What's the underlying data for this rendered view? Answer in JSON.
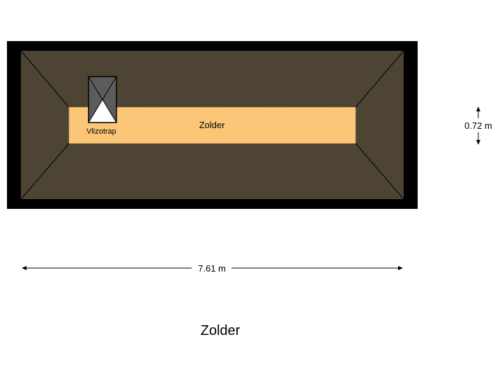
{
  "floor_title": "Zolder",
  "room": {
    "name": "Zolder"
  },
  "stair": {
    "label": "Vlizotrap"
  },
  "dimensions": {
    "width": "7.61 m",
    "depth": "0.72 m"
  },
  "colors": {
    "wall": "#000000",
    "roof": "#4d4433",
    "floor": "#fcc678",
    "stair_dark": "#5c5c5c",
    "stair_light": "#ffffff"
  }
}
